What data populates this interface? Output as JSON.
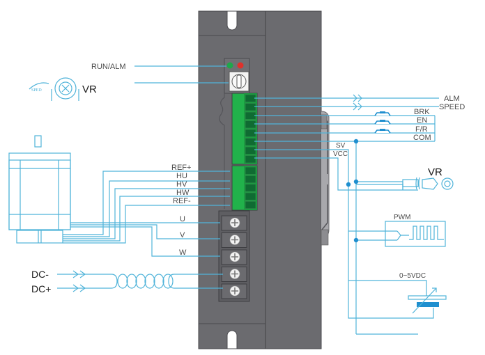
{
  "diagram": {
    "type": "brushless DC motor driver wiring diagram",
    "colors": {
      "wire": "#4fb3d9",
      "junction": "#1f8fcf",
      "driver_body": "#6b6b6f",
      "driver_edge": "#4a4a4e",
      "terminal_green": "#21b24b",
      "terminal_dark_green": "#0f6b32",
      "led_green": "#1ea84a",
      "led_red": "#e0312b",
      "screw": "#f2f2f2"
    },
    "left_labels": {
      "run_alm": "RUN/ALM",
      "vr": "VR",
      "spd": "SPED",
      "ref_plus": "REF+",
      "hu": "HU",
      "hv": "HV",
      "hw": "HW",
      "ref_minus": "REF-",
      "u": "U",
      "v": "V",
      "w": "W",
      "dc_minus": "DC-",
      "dc_plus": "DC+"
    },
    "right_labels": {
      "alm": "ALM",
      "speed": "SPEED",
      "brk": "BRK",
      "en": "EN",
      "fr": "F/R",
      "com": "COM",
      "sv": "SV",
      "vcc": "VCC",
      "vr": "VR",
      "pwm": "PWM",
      "voltage": "0~5VDC"
    },
    "indicators": [
      {
        "name": "RUN",
        "color": "green"
      },
      {
        "name": "ALM",
        "color": "red"
      }
    ],
    "signal_terminal_pins": 8,
    "hall_terminal_pins": 5,
    "power_terminal_screws": 5
  }
}
